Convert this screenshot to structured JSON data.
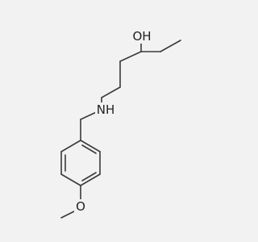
{
  "molecule": {
    "atom_labels": {
      "hydroxyl": "OH",
      "amine": "NH",
      "methoxy_oxygen": "O"
    }
  },
  "colors": {
    "background": "#f2f2f2",
    "bond": "#3a3a3a",
    "label": "#222222"
  }
}
